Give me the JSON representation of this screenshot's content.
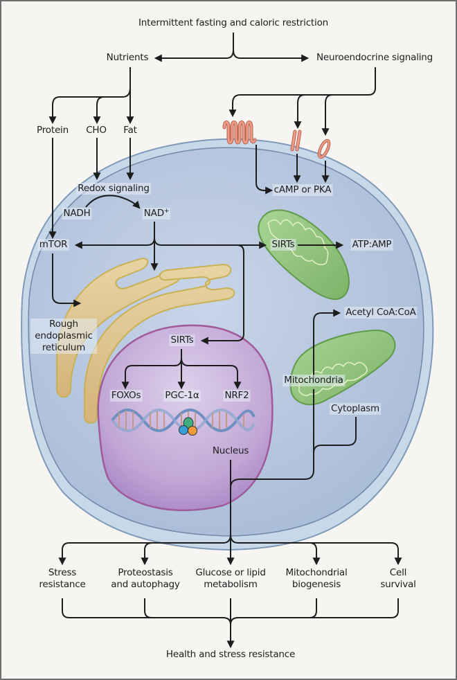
{
  "figure": {
    "top_input": "Intermittent fasting and caloric restriction",
    "branches": {
      "nutrients": "Nutrients",
      "neuroendocrine": "Neuroendocrine signaling"
    },
    "nutrient_types": [
      "Protein",
      "CHO",
      "Fat"
    ],
    "cell_labels": {
      "redox": "Redox signaling",
      "nadh": "NADH",
      "nad": "NAD",
      "nad_sup": "+",
      "mtor": "mTOR",
      "camp_pka": "cAMP or PKA",
      "sirts_cyto": "SIRTs",
      "atp_amp": "ATP:AMP",
      "rough_er": "Rough endoplasmic reticulum",
      "sirts_nuc": "SIRTs",
      "foxos": "FOXOs",
      "pgc": "PGC-1α",
      "nrf2": "NRF2",
      "nucleus": "Nucleus",
      "acetyl": "Acetyl CoA:CoA",
      "mitochondria": "Mitochondria",
      "cytoplasm": "Cytoplasm"
    },
    "outcomes": [
      {
        "line1": "Stress",
        "line2": "resistance"
      },
      {
        "line1": "Proteostasis",
        "line2": "and autophagy"
      },
      {
        "line1": "Glucose or lipid",
        "line2": "metabolism"
      },
      {
        "line1": "Mitochondrial",
        "line2": "biogenesis"
      },
      {
        "line1": "Cell",
        "line2": "survival"
      }
    ],
    "final_output": "Health and stress resistance",
    "colors": {
      "background": "#f6f5f1",
      "cytoplasm": "#b7c7df",
      "membrane": "#7f99b8",
      "nucleus": "#c3a9d6",
      "nucleus_edge": "#a05a9a",
      "er": "#dcc087",
      "er_edge": "#c8b154",
      "mito": "#8ec07a",
      "mito_edge": "#5f9a4a",
      "receptor": "#e88c78",
      "arrow": "#1d1d1d"
    }
  }
}
